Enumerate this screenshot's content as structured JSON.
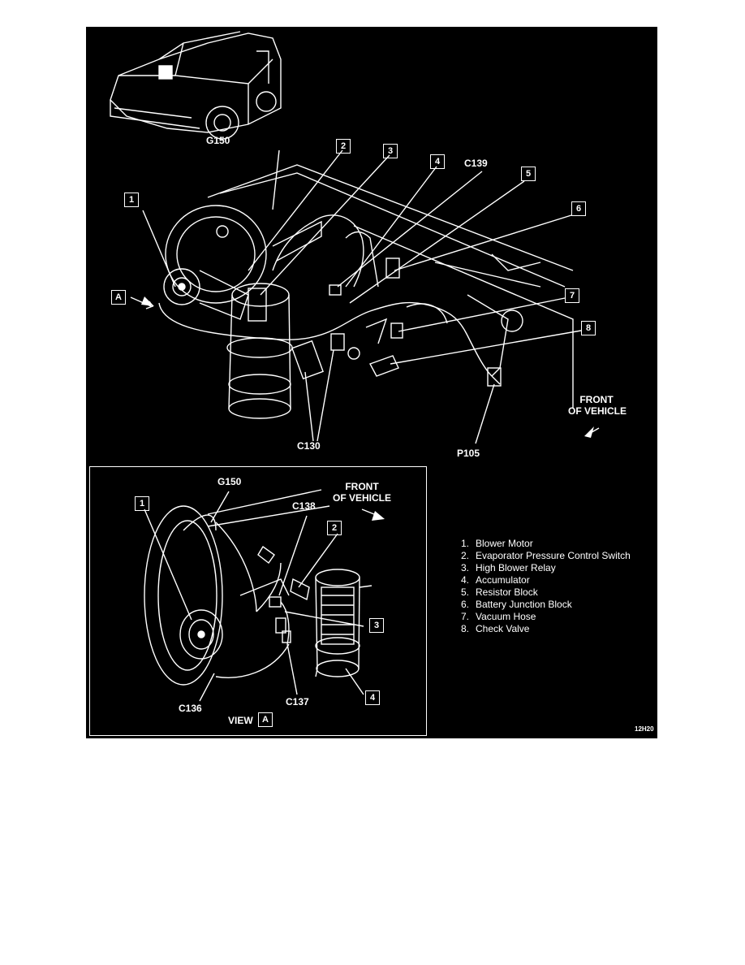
{
  "main_view": {
    "connectors": {
      "g150": "G150",
      "c139": "C139",
      "c130": "C130",
      "p105": "P105"
    },
    "callouts": [
      "1",
      "2",
      "3",
      "4",
      "5",
      "6",
      "7",
      "8",
      "A"
    ],
    "front_line1": "FRONT",
    "front_line2": "OF VEHICLE"
  },
  "inset_view": {
    "g150": "G150",
    "c138": "C138",
    "c136": "C136",
    "c137": "C137",
    "front_line1": "FRONT",
    "front_line2": "OF VEHICLE",
    "view_label": "VIEW",
    "view_letter": "A",
    "callouts": [
      "1",
      "2",
      "3",
      "4"
    ]
  },
  "legend": [
    {
      "num": "1.",
      "text": "Blower Motor"
    },
    {
      "num": "2.",
      "text": "Evaporator Pressure Control Switch"
    },
    {
      "num": "3.",
      "text": "High Blower Relay"
    },
    {
      "num": "4.",
      "text": "Accumulator"
    },
    {
      "num": "5.",
      "text": "Resistor Block"
    },
    {
      "num": "6.",
      "text": "Battery Junction Block"
    },
    {
      "num": "7.",
      "text": "Vacuum Hose"
    },
    {
      "num": "8.",
      "text": "Check Valve"
    }
  ],
  "figure_code": "12H20",
  "colors": {
    "background": "#000000",
    "ink": "#ffffff",
    "page": "#ffffff"
  }
}
